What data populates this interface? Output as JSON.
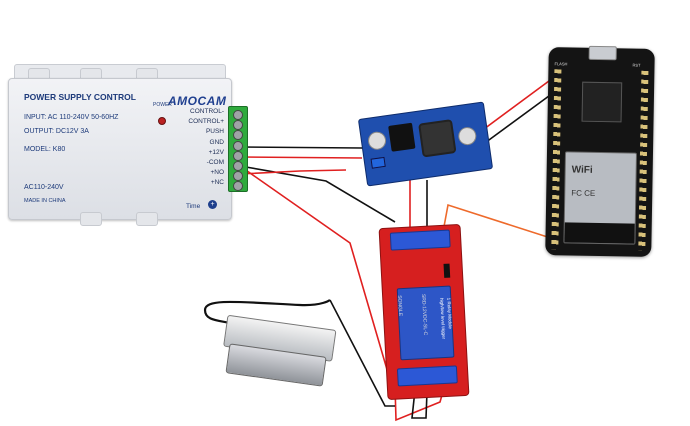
{
  "psu": {
    "title": "POWER SUPPLY CONTROL",
    "input": "INPUT: AC 110-240V 50-60HZ",
    "output": "OUTPUT: DC12V 3A",
    "model": "MODEL: K80",
    "ac": "AC110-240V",
    "made_in": "MADE IN CHINA",
    "brand": "AMOCAM",
    "power_label": "POWER",
    "time_label": "Time",
    "pins": [
      "CONTROL-",
      "CONTROL+",
      "PUSH",
      "GND",
      "+12V",
      "-COM",
      "+NO",
      "+NC"
    ]
  },
  "relay": {
    "side_text": "1 Relay Module",
    "side_text2": "high/low level trigger",
    "relay_text": "SRD-12VDC-SL-C",
    "brand": "SONGLE"
  },
  "esp": {
    "wifi_text": "WiFi",
    "cert_text": "FC CE",
    "flash_label": "FLASH",
    "rst_label": "RST"
  },
  "colors": {
    "red_wire": "#e02020",
    "black_wire": "#111111",
    "orange_wire": "#ee6a2b",
    "terminal_green": "#2faa3d",
    "relay_red": "#d61f1f",
    "esp_black": "#141414"
  }
}
